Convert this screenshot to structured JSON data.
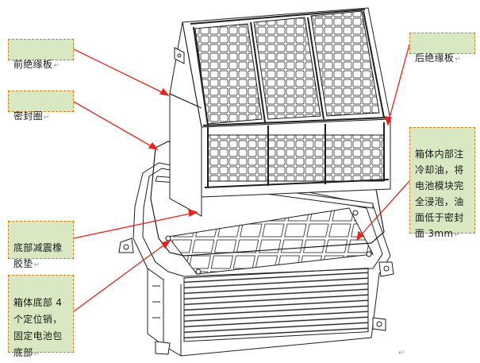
{
  "labels": {
    "front_plate": "前绝缘板",
    "rear_plate": "后绝缘板",
    "seal_ring": "密封圈",
    "oil_note": "箱体内部注\n冷却油，将\n电池模块完\n全浸泡，油\n面低于密封\n面 3mm",
    "rubber_pad": "底部减震橡\n胶垫",
    "locating_pins": "箱体底部 4\n个定位销，\n固定电池包\n底部"
  },
  "paragraph_mark": "↵",
  "colors": {
    "callout_fill": "#d8e8c3",
    "callout_border": "#e07f17",
    "leader_line": "#e8231a",
    "drawing_stroke": "#1f1f1f"
  }
}
